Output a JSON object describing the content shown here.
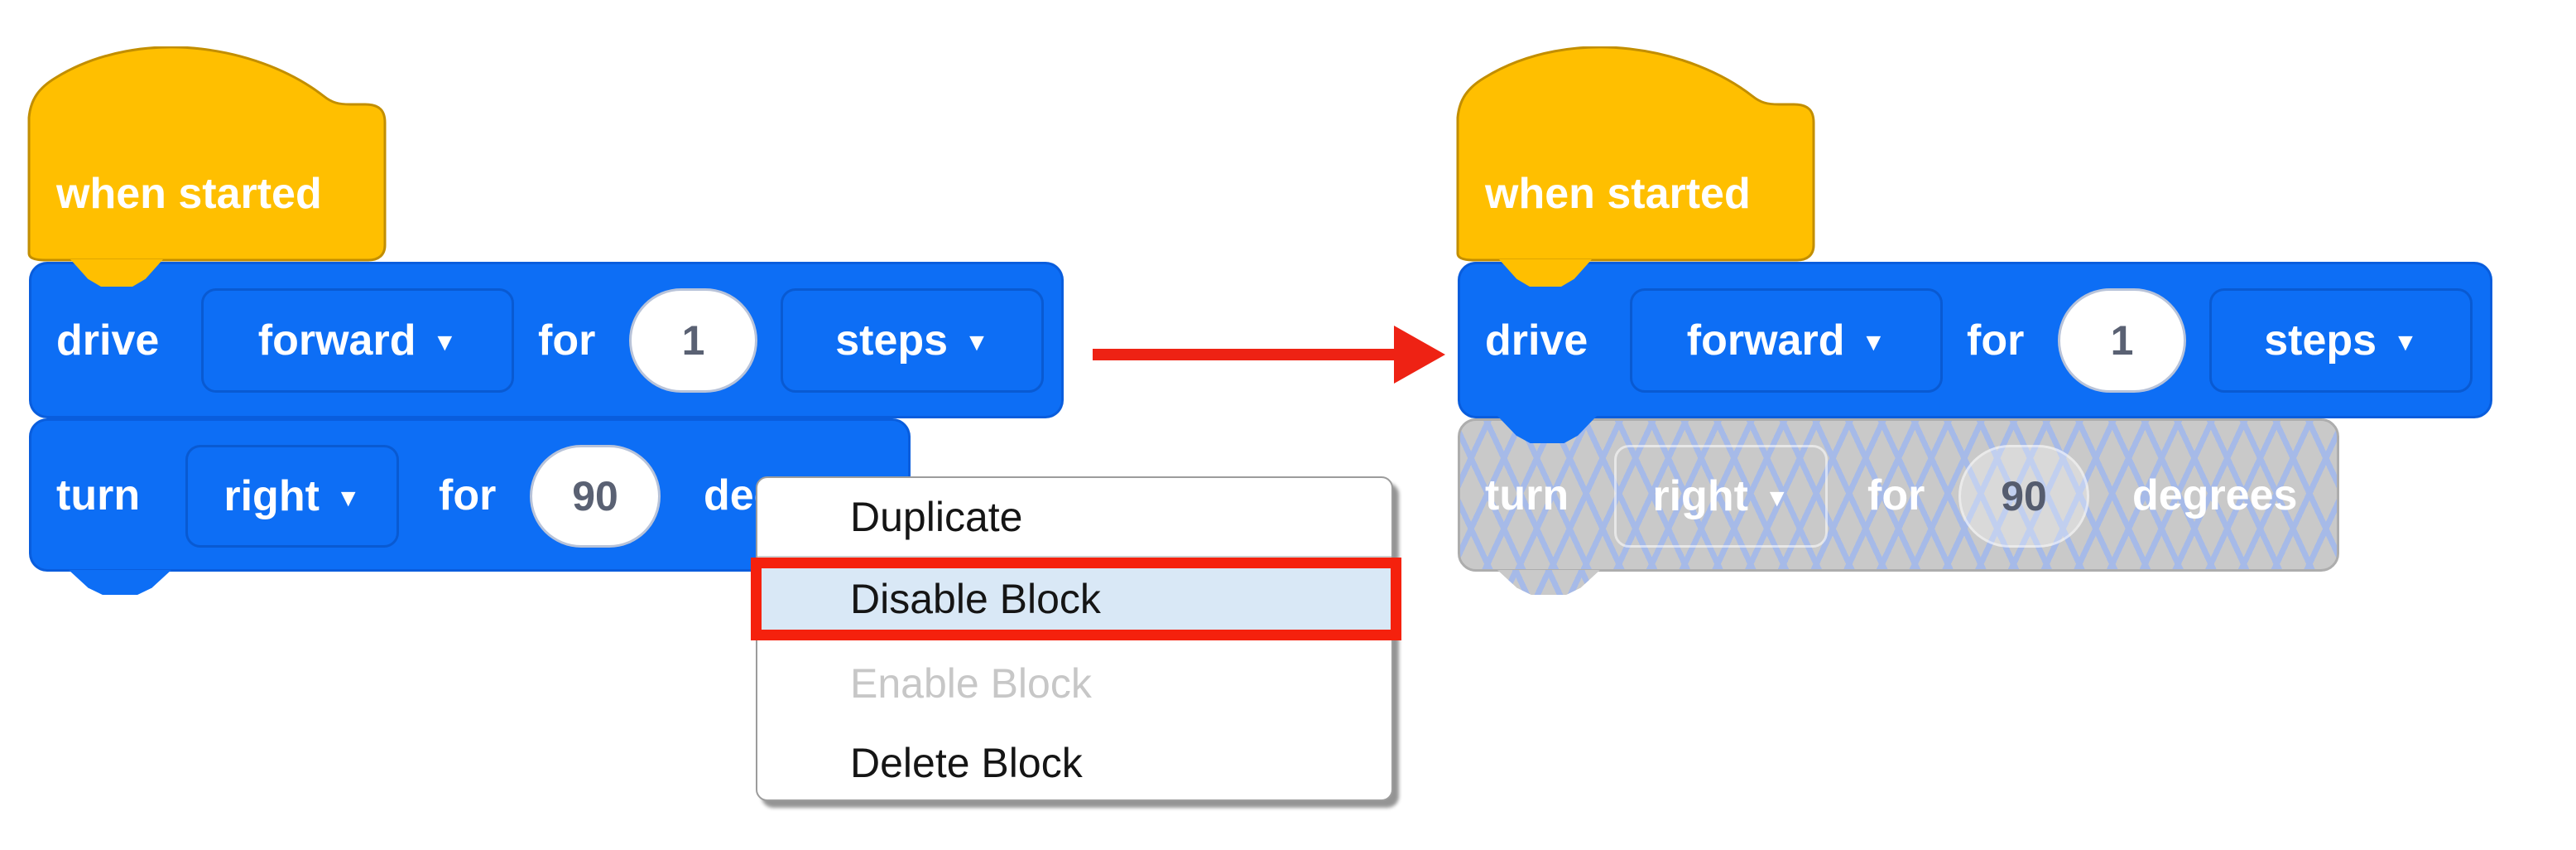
{
  "colors": {
    "block_blue": "#0D6EF5",
    "hat_yellow": "#FFBF00",
    "disabled_gray": "#C9C9C9",
    "hatch_blue": "#A6BAE8",
    "menu_highlight_fill": "#D9E8F6",
    "annotation_red": "#F5210D",
    "arrow_red": "#EE2214"
  },
  "icons": {
    "dropdown_arrow": "▼"
  },
  "left_stack": {
    "hat": {
      "label": "when started"
    },
    "drive_block": {
      "verb": "drive",
      "direction": "forward",
      "for_word": "for",
      "distance": "1",
      "unit": "steps"
    },
    "turn_block": {
      "verb": "turn",
      "direction": "right",
      "for_word": "for",
      "angle": "90",
      "unit": "degrees"
    }
  },
  "right_stack": {
    "hat": {
      "label": "when started"
    },
    "drive_block": {
      "verb": "drive",
      "direction": "forward",
      "for_word": "for",
      "distance": "1",
      "unit": "steps"
    },
    "turn_block": {
      "verb": "turn",
      "direction": "right",
      "for_word": "for",
      "angle": "90",
      "unit": "degrees",
      "state": "disabled"
    }
  },
  "context_menu": {
    "items": [
      {
        "label": "Duplicate",
        "state": "normal"
      },
      {
        "label": "Disable Block",
        "state": "highlighted"
      },
      {
        "label": "Enable Block",
        "state": "disabled"
      },
      {
        "label": "Delete Block",
        "state": "normal"
      }
    ]
  }
}
